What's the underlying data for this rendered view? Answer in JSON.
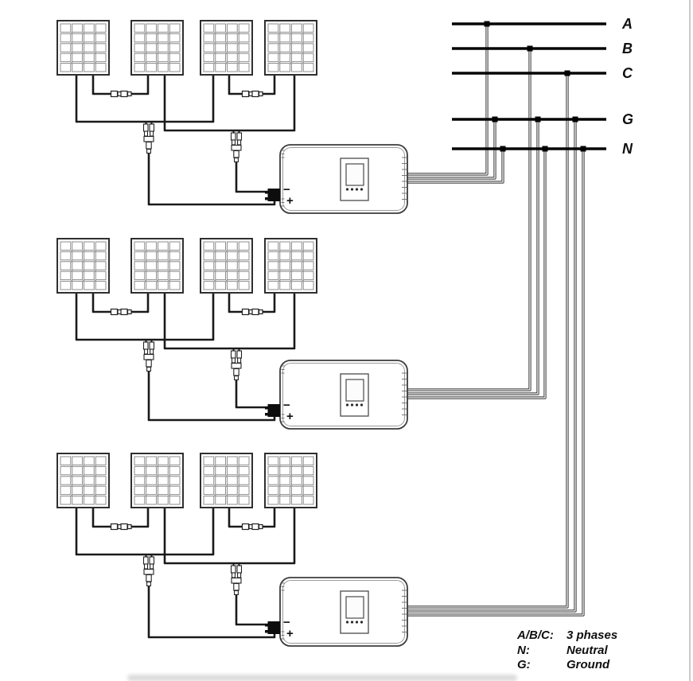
{
  "diagram": {
    "buses": [
      {
        "label": "A"
      },
      {
        "label": "B"
      },
      {
        "label": "C"
      },
      {
        "label": "G"
      },
      {
        "label": "N"
      }
    ],
    "legend": {
      "items": [
        {
          "key": "A/B/C:",
          "value": "3 phases"
        },
        {
          "key": "N:",
          "value": "Neutral"
        },
        {
          "key": "G:",
          "value": "Ground"
        }
      ]
    },
    "dc_polarity": {
      "minus": "−",
      "plus": "+"
    },
    "rows": [
      {
        "name": "pv-string-row-1",
        "panel_count": 4,
        "ac_connections": [
          "A",
          "G",
          "N"
        ]
      },
      {
        "name": "pv-string-row-2",
        "panel_count": 4,
        "ac_connections": [
          "B",
          "G",
          "N"
        ]
      },
      {
        "name": "pv-string-row-3",
        "panel_count": 4,
        "ac_connections": [
          "C",
          "G",
          "N"
        ]
      }
    ],
    "colors": {
      "wire": "#1a1a1a",
      "bus": "#050505",
      "panel_frame": "#2f2f2f",
      "panel_grid": "#8d8d8d",
      "inverter_outline": "#3c3c3c",
      "connector": "#222222",
      "label": "#101010",
      "page_edge": "#c9c9c9"
    }
  }
}
